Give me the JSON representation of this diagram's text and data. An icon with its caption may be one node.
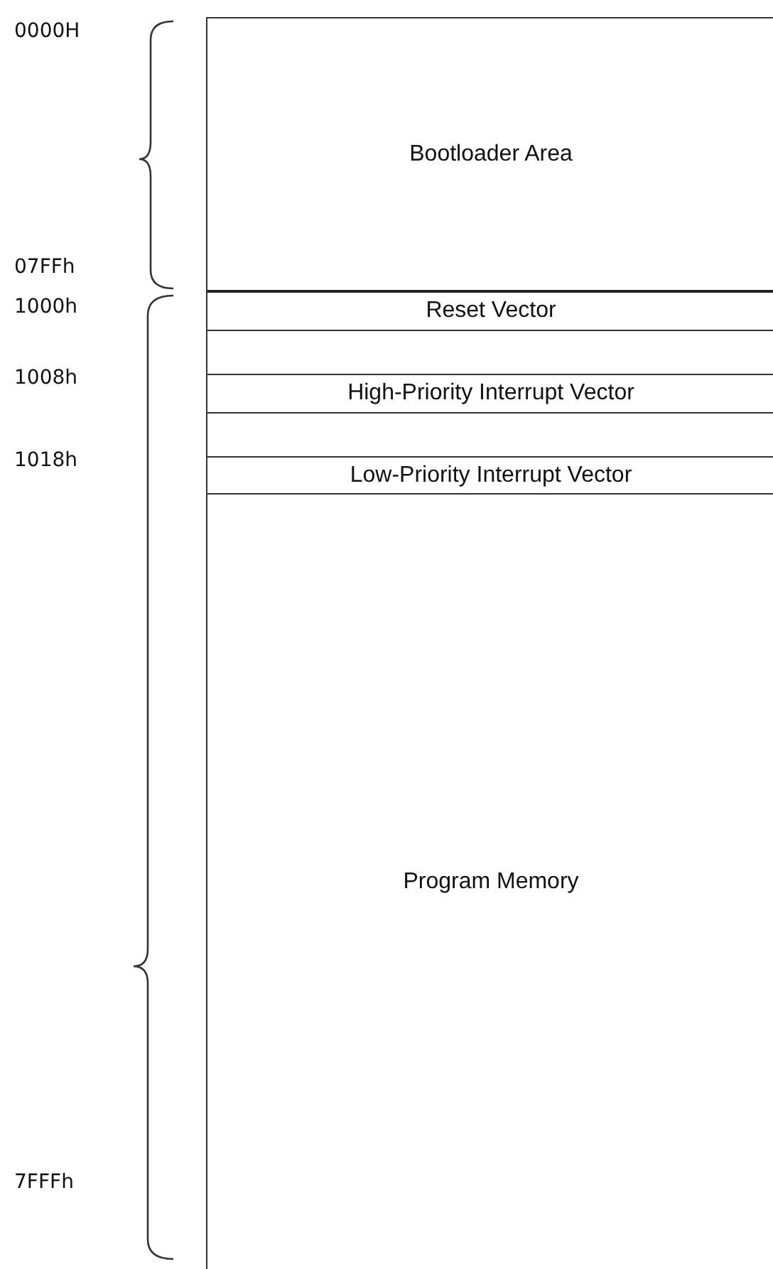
{
  "diagram": {
    "nodes": [
      {
        "text": [
          "Bootloader Area"
        ]
      },
      {
        "text": [
          "Reset Vector"
        ]
      },
      {
        "text": [
          "High-Priority Interrupt Vector"
        ]
      },
      {
        "text": [
          "Low-Priority Interrupt Vector"
        ]
      },
      {
        "text": [
          "Program Memory"
        ]
      }
    ],
    "edges": [],
    "labels": [
      "0000H",
      "07FFh",
      "1000h",
      "1008h",
      "1018h",
      "7FFFh"
    ]
  }
}
